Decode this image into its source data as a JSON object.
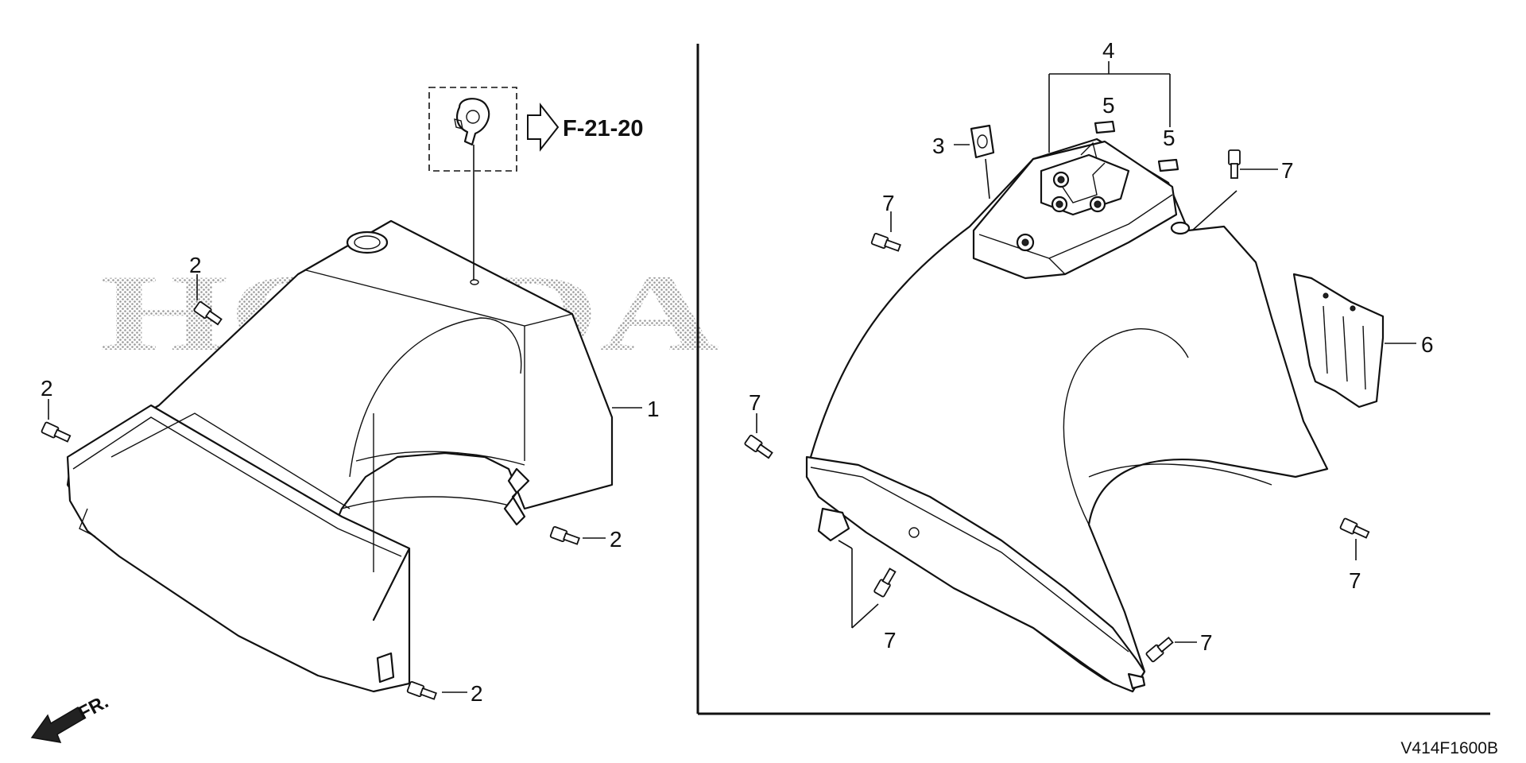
{
  "watermark": "HONDA",
  "reference": {
    "text": "F-21-20"
  },
  "front_marker": "FR.",
  "diagram_code": "V414F1600B",
  "callouts": {
    "c1": "1",
    "c2a": "2",
    "c2b": "2",
    "c2c": "2",
    "c2d": "2",
    "c3": "3",
    "c4": "4",
    "c5a": "5",
    "c5b": "5",
    "c6": "6",
    "c7a": "7",
    "c7b": "7",
    "c7c": "7",
    "c7d": "7",
    "c7e": "7",
    "c7f": "7"
  }
}
